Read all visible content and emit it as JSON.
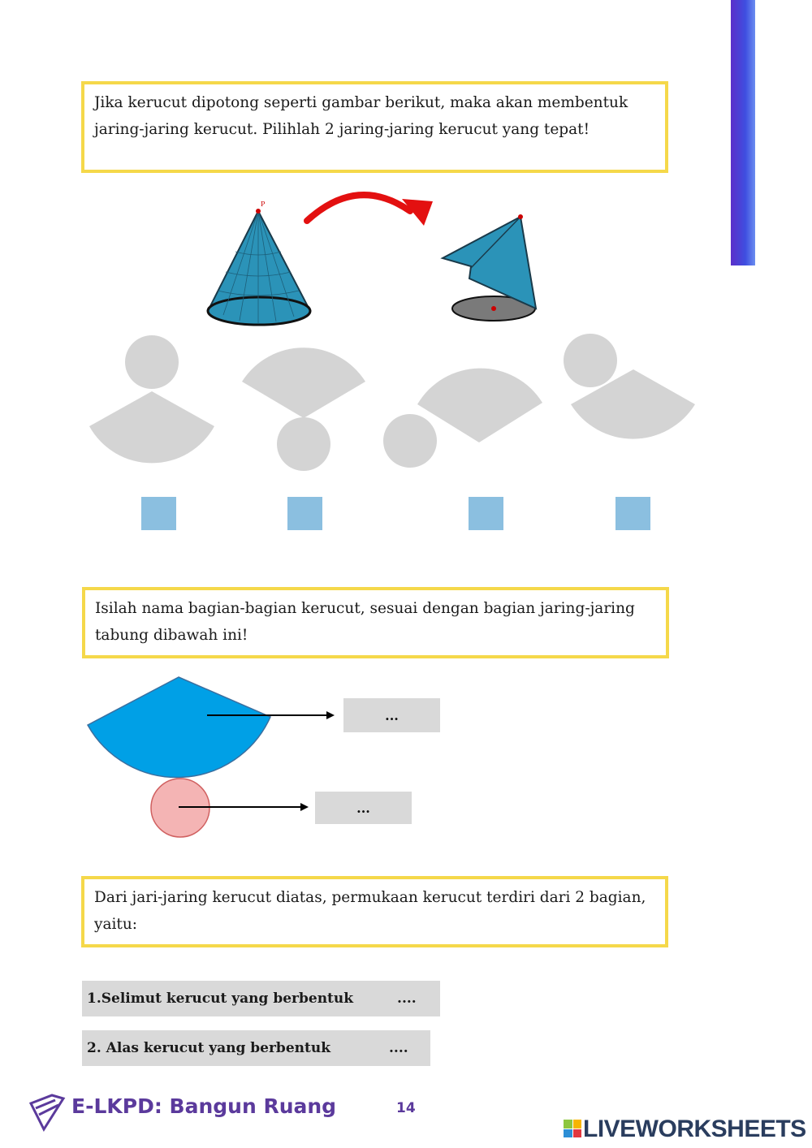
{
  "question1": {
    "text": "Jika kerucut dipotong seperti gambar berikut, maka akan membentuk jaring-jaring kerucut. Pilihlah 2 jaring-jaring kerucut yang tepat!",
    "cone_label": "P"
  },
  "question2": {
    "text": "Isilah nama bagian-bagian kerucut, sesuai dengan bagian jaring-jaring tabung dibawah ini!",
    "answer1": "...",
    "answer2": "..."
  },
  "question3": {
    "text": "Dari jari-jaring kerucut diatas,  permukaan kerucut terdiri dari 2 bagian, yaitu:",
    "items": [
      {
        "label": "1.Selimut kerucut yang berbentuk",
        "blank": "...."
      },
      {
        "label": "2. Alas kerucut yang berbentuk",
        "blank": "...."
      }
    ]
  },
  "footer": {
    "title": "E-LKPD: Bangun Ruang",
    "page": "14",
    "brand": "LIVEWORKSHEETS"
  },
  "colors": {
    "frame": "#f5d84a",
    "net": "#d4d4d4",
    "checkbox": "#8bbfe0",
    "sector": "#00a0e6",
    "base": "#f4b4b4",
    "cone": "#2b93b8"
  }
}
